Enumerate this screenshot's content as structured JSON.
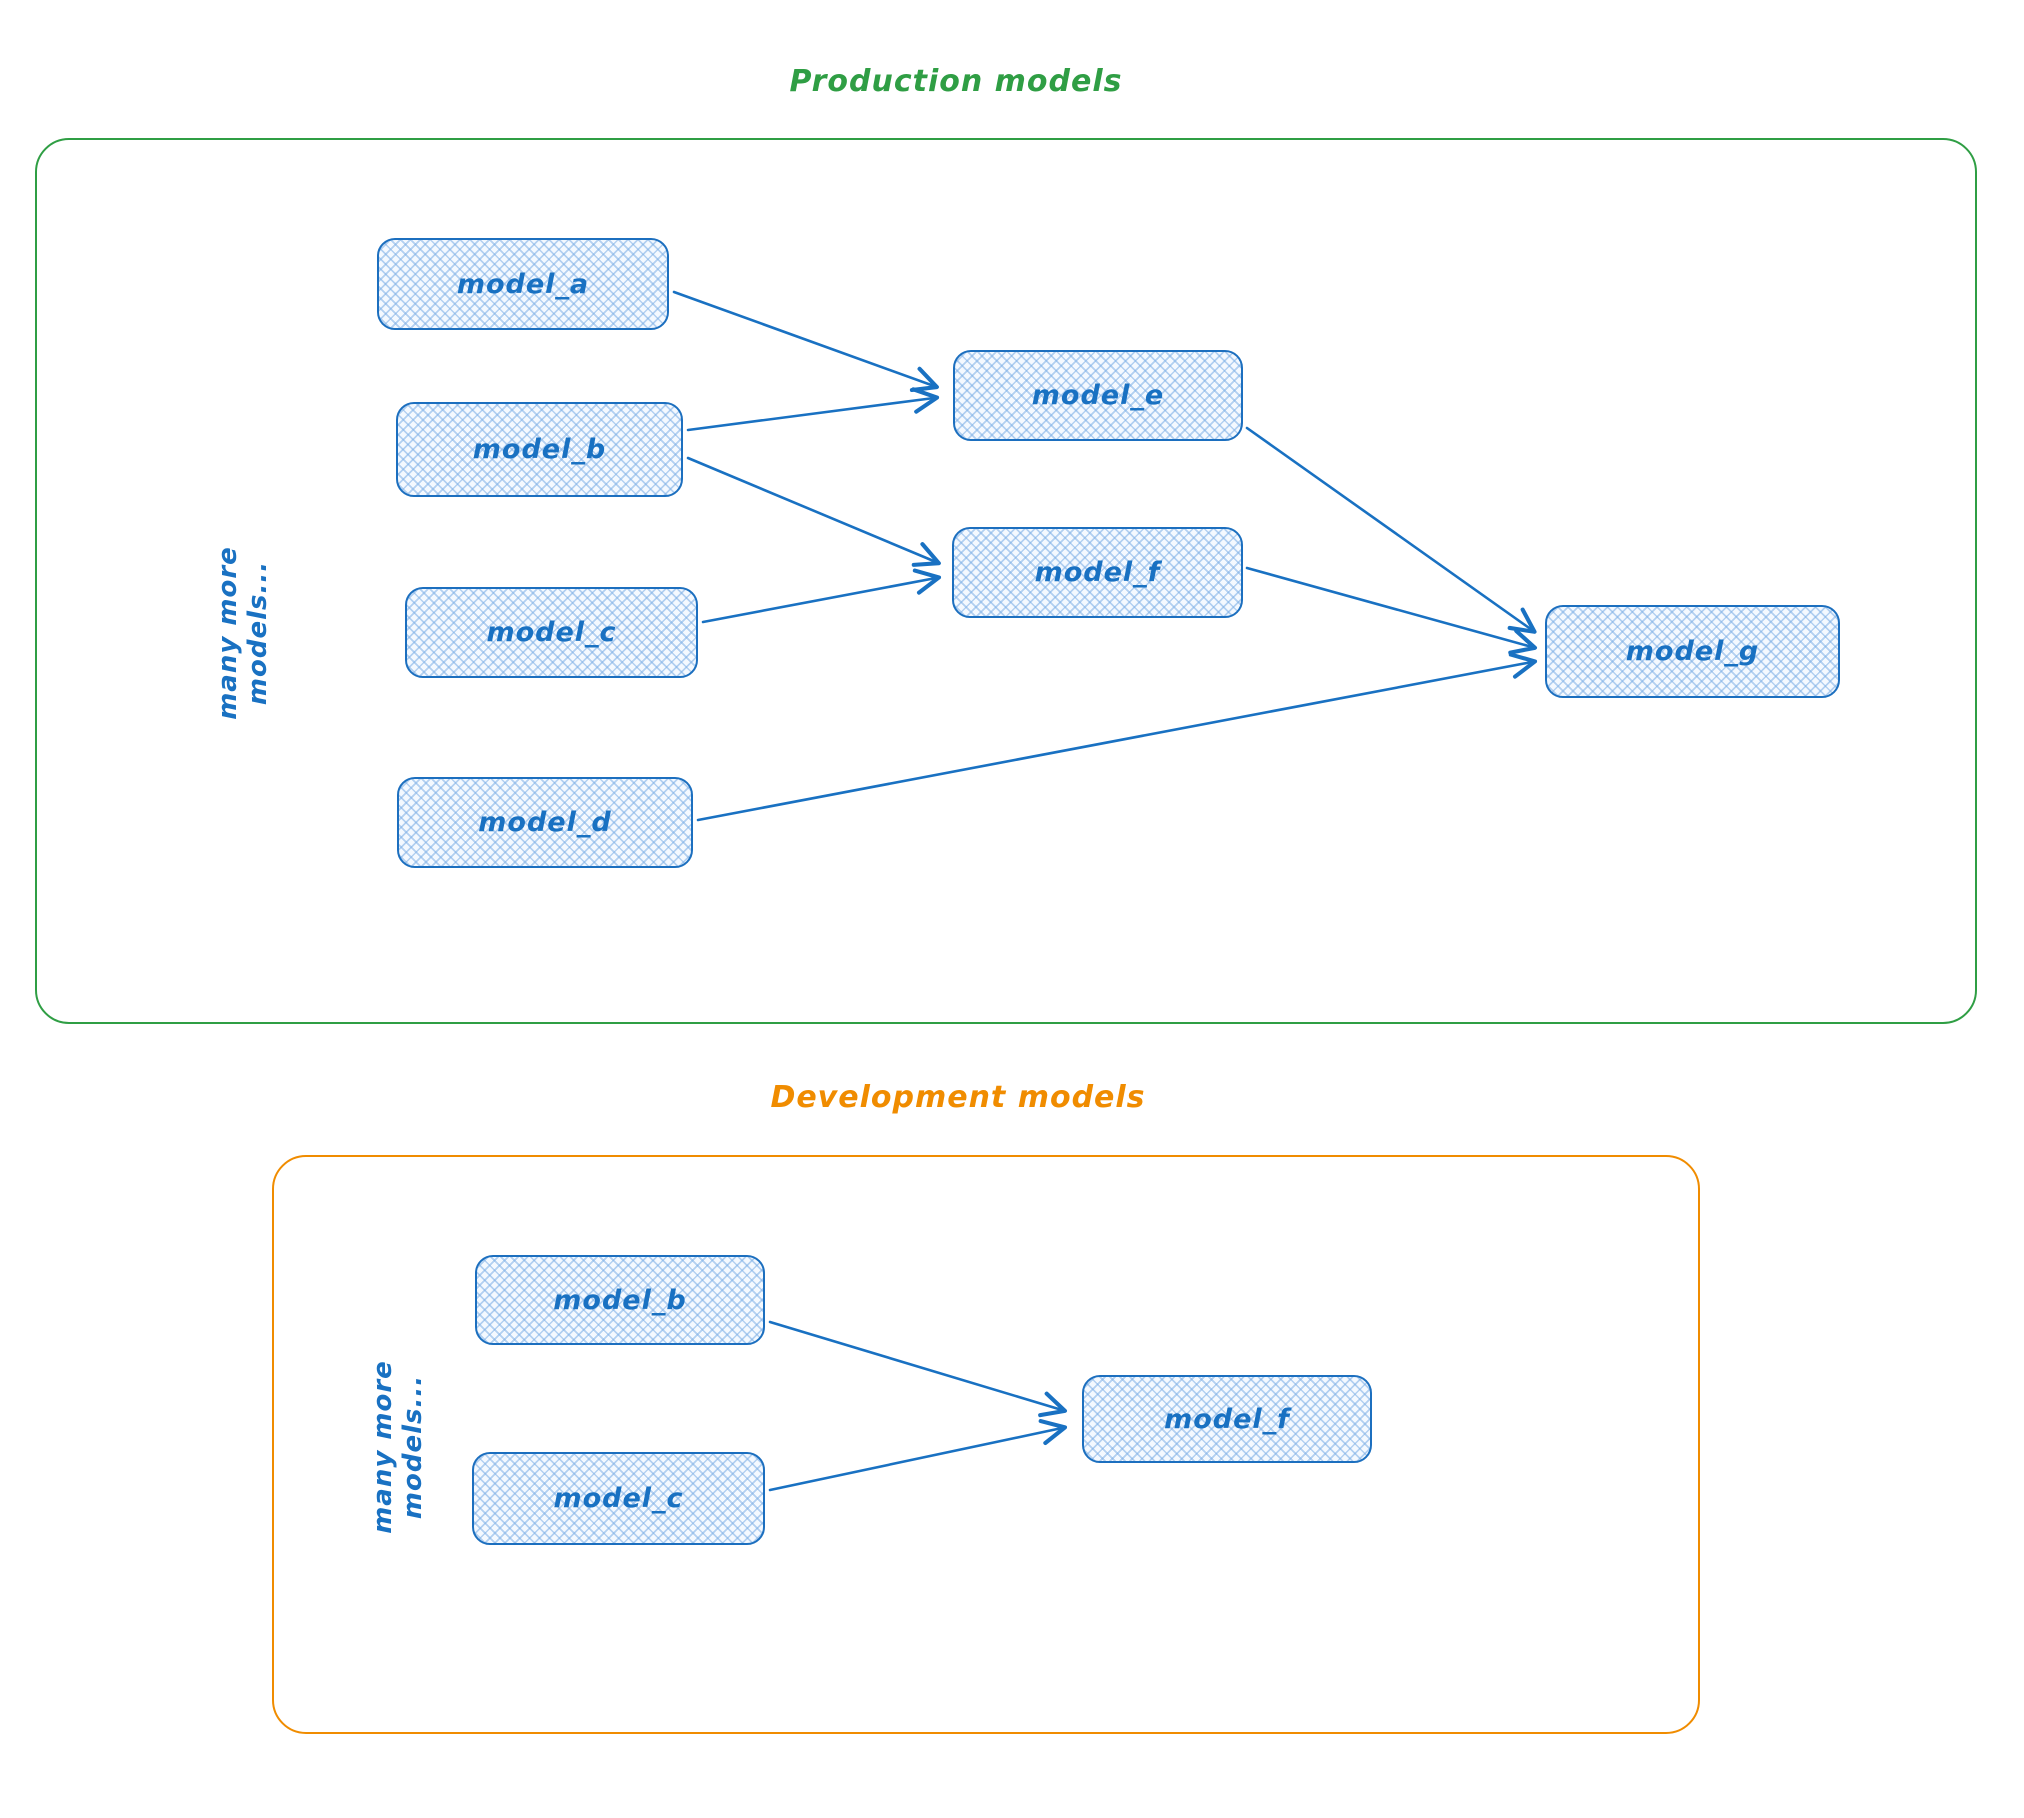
{
  "diagram": {
    "style": "hand-drawn",
    "node_stroke_color": "#1971c2",
    "node_fill_color": "#eaf3fd",
    "node_fill_pattern": "cross-hatch"
  },
  "production": {
    "title": "Production models",
    "accent_color": "#2f9e44",
    "side_label": "many more models...",
    "nodes": [
      {
        "id": "model_a",
        "label": "model_a"
      },
      {
        "id": "model_b",
        "label": "model_b"
      },
      {
        "id": "model_c",
        "label": "model_c"
      },
      {
        "id": "model_d",
        "label": "model_d"
      },
      {
        "id": "model_e",
        "label": "model_e"
      },
      {
        "id": "model_f",
        "label": "model_f"
      },
      {
        "id": "model_g",
        "label": "model_g"
      }
    ],
    "edges": [
      {
        "from": "model_a",
        "to": "model_e"
      },
      {
        "from": "model_b",
        "to": "model_e"
      },
      {
        "from": "model_b",
        "to": "model_f"
      },
      {
        "from": "model_c",
        "to": "model_f"
      },
      {
        "from": "model_e",
        "to": "model_g"
      },
      {
        "from": "model_f",
        "to": "model_g"
      },
      {
        "from": "model_d",
        "to": "model_g"
      }
    ]
  },
  "development": {
    "title": "Development models",
    "accent_color": "#f08c00",
    "side_label": "many more models...",
    "nodes": [
      {
        "id": "model_b",
        "label": "model_b"
      },
      {
        "id": "model_c",
        "label": "model_c"
      },
      {
        "id": "model_f",
        "label": "model_f"
      }
    ],
    "edges": [
      {
        "from": "model_b",
        "to": "model_f"
      },
      {
        "from": "model_c",
        "to": "model_f"
      }
    ]
  }
}
